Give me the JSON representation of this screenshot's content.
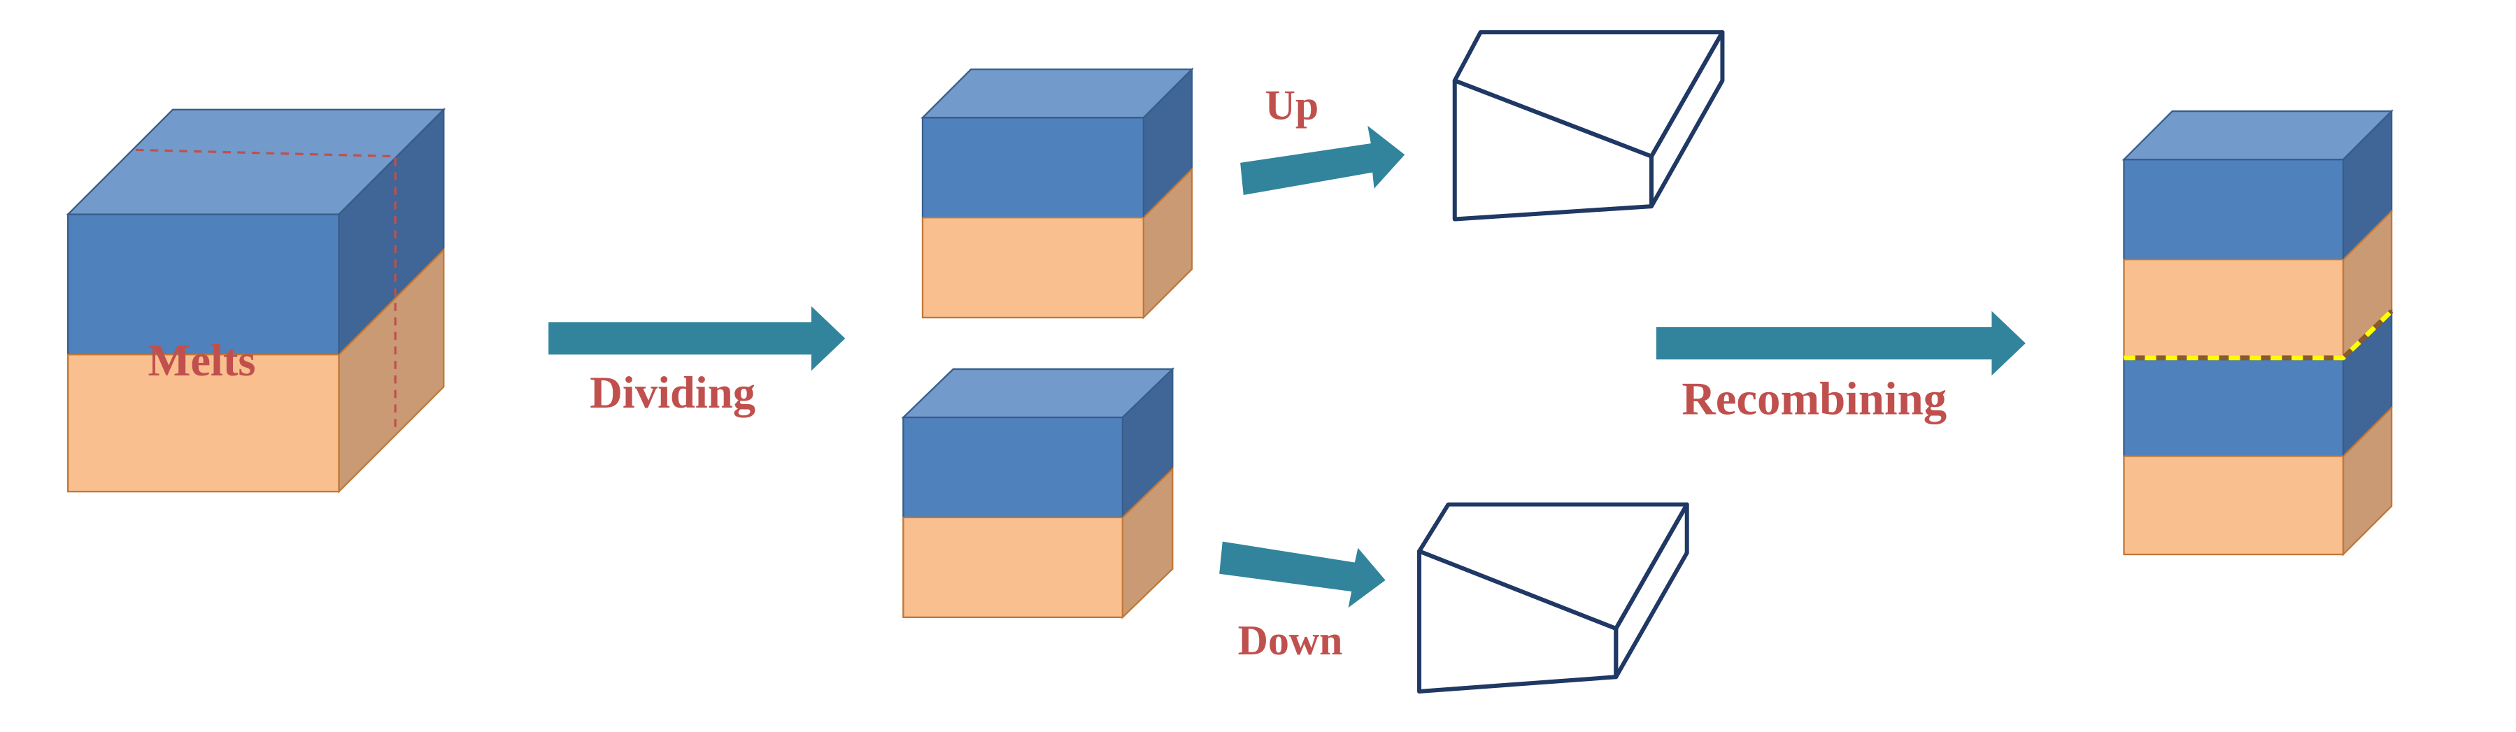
{
  "labels": {
    "melts": "Melts",
    "dividing": "Dividing",
    "up": "Up",
    "down": "Down",
    "recombining": "Recombining"
  },
  "colors": {
    "blue_front": "#4f81bd",
    "blue_top": "#729acb",
    "blue_side": "#3f6696",
    "orange_front": "#f9bf8f",
    "orange_side": "#c99a74",
    "orange_edge": "#c07837",
    "blue_edge": "#385d8a",
    "arrow": "#31849b",
    "label": "#c0504d",
    "outline": "#1f3864",
    "seam_yellow": "#ffff00",
    "seam_brown": "#8b5a2b"
  }
}
